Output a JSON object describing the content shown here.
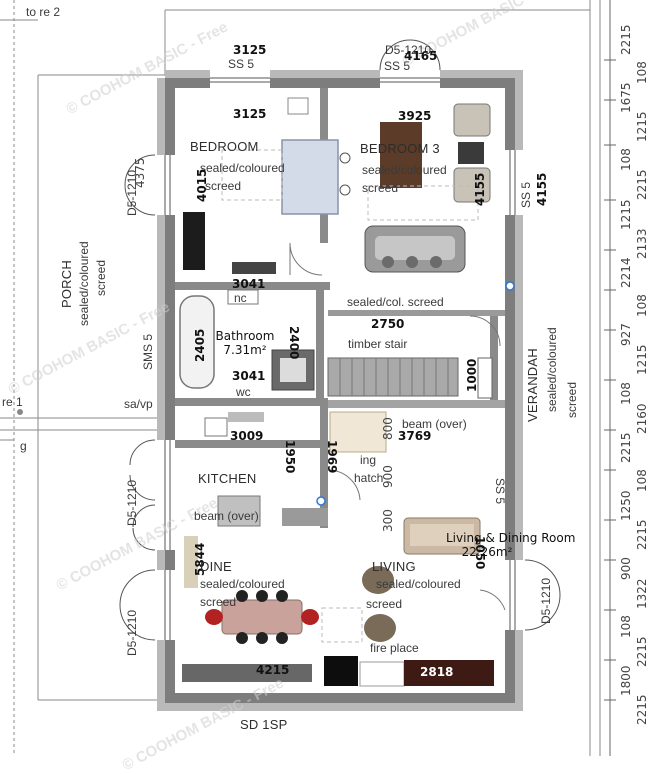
{
  "top_left": "to re 2",
  "left_marks": {
    "re": "re 1",
    "g": "g"
  },
  "watermark": "© COOHOM BASIC - Free",
  "bottom_label": "SD 1SP",
  "top_labels": {
    "ss": "SS 5",
    "d5": "D5-1210"
  },
  "dims_bold": {
    "top_left": "3125",
    "top_right": "4165",
    "bed_left": "3125",
    "bed_right": "3925",
    "bed_left_v": "4015",
    "bed_right_v": "4155",
    "bath_top": "3041",
    "bath_bottom": "3041",
    "bath_left_v": "2405",
    "bath_right_v": "2400",
    "stair": "2750",
    "stair_v": "1000",
    "kitchen_top": "3009",
    "kitchen_v": "1950",
    "hatch_v": "1969",
    "beam": "3769",
    "dine_v": "5844",
    "bottom_left": "4215",
    "bottom_right": "2818",
    "living_v": "1050",
    "d5_left_v": "4375",
    "right_outer_v": "4155"
  },
  "rooms": [
    {
      "name": "Bathroom",
      "area": "7.31m²"
    },
    {
      "name": "Living & Dining Room",
      "area": "22.26m²"
    }
  ],
  "labels": {
    "bedroom1": "BEDROOM",
    "bedroom1_sub1": "sealed/coloured",
    "bedroom1_sub2": "screed",
    "bedroom3": "BEDROOM 3",
    "bedroom3_sub1": "sealed/coloured",
    "bedroom3_sub2": "screed",
    "porch": "PORCH",
    "porch_sub1": "sealed/coloured",
    "porch_sub2": "screed",
    "sms": "SMS 5",
    "d5_left": "D5-1210",
    "passage": "sealed/col. screed",
    "stair": "timber stair",
    "beam": "beam (over)",
    "hatch1": "ing",
    "hatch2": "hatch",
    "sa": "sa/vp",
    "wc": "wc",
    "kitchen": "KITCHEN",
    "kitchen_beam": "beam (over)",
    "dine": "DINE",
    "dine_sub1": "sealed/coloured",
    "dine_sub2": "screed",
    "living": "LIVING",
    "living_sub1": "sealed/coloured",
    "living_sub2": "screed",
    "fire": "fire place",
    "verandah": "VERANDAH",
    "verandah_sub1": "sealed/coloured",
    "verandah_sub2": "screed",
    "ss_right": "SS 5",
    "ss_right2": "SS 5",
    "d5_kitchen": "D5-1210",
    "d5_dine": "D5-1210",
    "d5_right": "D5-1210"
  },
  "right_dims": [
    "2215",
    "108",
    "1675",
    "1215",
    "108",
    "2215",
    "1215",
    "2133",
    "2214",
    "108",
    "927",
    "1215",
    "108",
    "2160",
    "2215",
    "108",
    "1250",
    "2215",
    "900",
    "1322",
    "108",
    "2215",
    "1800",
    "2215"
  ]
}
